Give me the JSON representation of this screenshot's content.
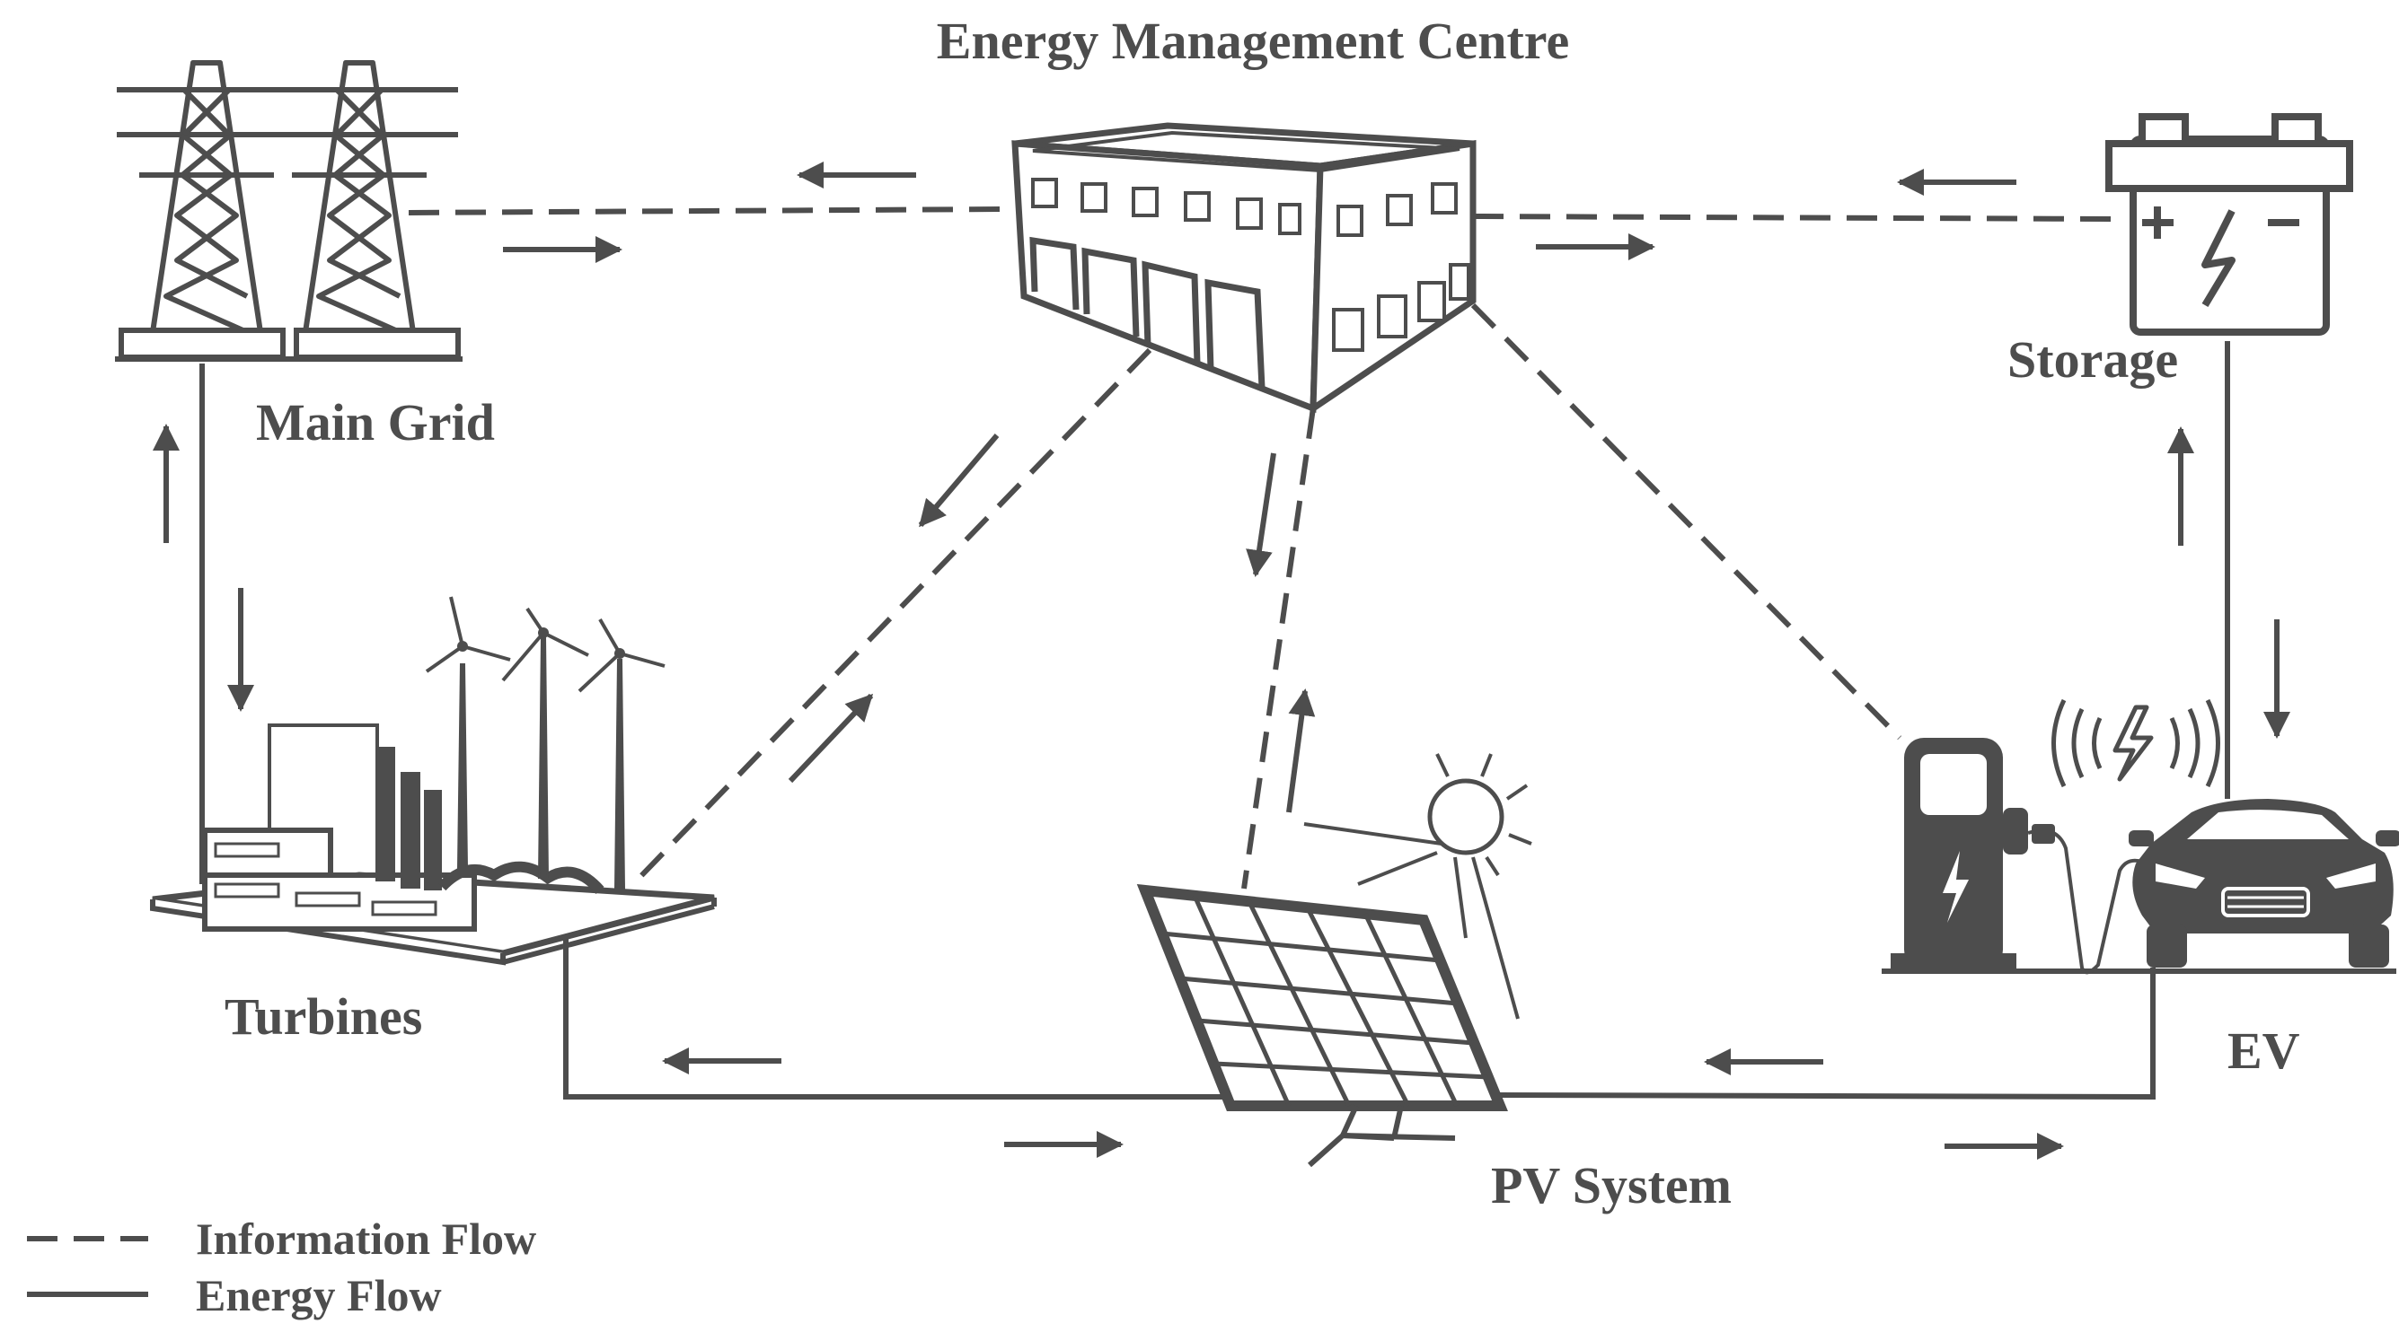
{
  "title": "Energy Management Centre",
  "nodes": {
    "main_grid": "Main Grid",
    "storage": "Storage",
    "turbines": "Turbines",
    "pv_system": "PV System",
    "ev": "EV"
  },
  "legend": {
    "information_flow": "Information Flow",
    "energy_flow": "Energy Flow"
  },
  "colors": {
    "ink": "#4d4d4d",
    "background": "#ffffff"
  }
}
